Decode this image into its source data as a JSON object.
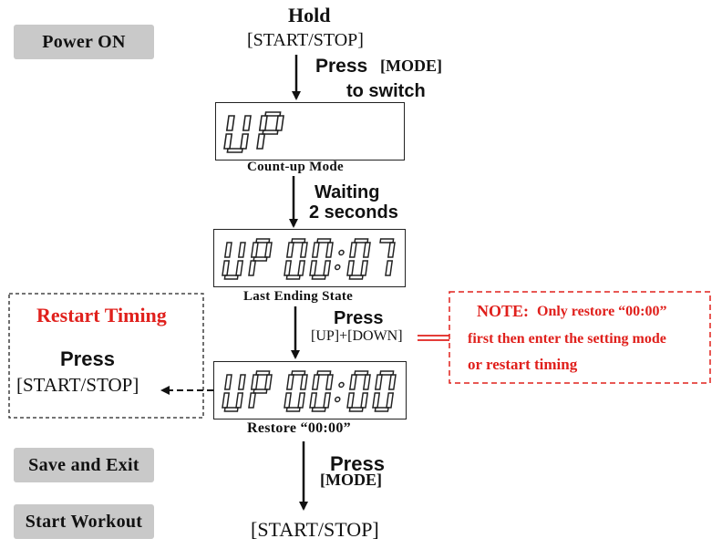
{
  "steps": {
    "power_on": "Power ON",
    "save_exit": "Save and Exit",
    "start_workout": "Start Workout"
  },
  "instructions": {
    "hold_title": "Hold",
    "hold_key": "[START/STOP]",
    "press_mode_word": "Press",
    "press_mode_key": "[MODE]",
    "press_mode_suffix": "to switch",
    "waiting_line1": "Waiting",
    "waiting_line2": "2 seconds",
    "press_updown_word": "Press",
    "press_updown_key": "[UP]+[DOWN]",
    "press_mode2_word": "Press",
    "press_mode2_key": "[MODE]",
    "final_key": "[START/STOP]"
  },
  "displays": {
    "count_up": {
      "text": "UP",
      "caption": "Count-up Mode"
    },
    "last_ending": {
      "text": "UP 00:07",
      "caption": "Last Ending State"
    },
    "restore": {
      "text": "UP 00:00",
      "caption": "Restore “00:00”"
    }
  },
  "restart_box": {
    "title": "Restart Timing",
    "press_word": "Press",
    "key": "[START/STOP]"
  },
  "note_box": {
    "label": "NOTE:",
    "line1": "Only restore “00:00”",
    "line2": "first then enter the setting mode",
    "line3": "or restart timing"
  },
  "colors": {
    "accent_red": "#e0201c",
    "step_gray": "#c9c9c9",
    "ink": "#111111"
  }
}
